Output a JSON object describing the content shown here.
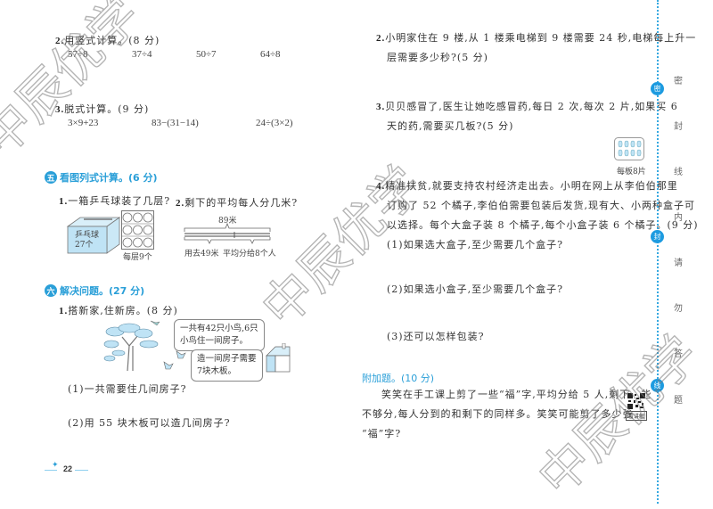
{
  "left": {
    "q2": {
      "number": "2.",
      "title": "用竖式计算。(8 分)",
      "exprs": [
        "57÷8",
        "37÷4",
        "50÷7",
        "64÷8"
      ]
    },
    "q3": {
      "number": "3.",
      "title": "脱式计算。(9 分)",
      "exprs": [
        "3×9+23",
        "83−(31−14)",
        "24÷(3×2)"
      ]
    },
    "section5": {
      "badge": "五",
      "title": "看图列式计算。(6 分)",
      "p1": {
        "number": "1.",
        "text": "一箱乒乓球装了几层?",
        "box_label_1": "乒乓球",
        "box_label_2": "27个",
        "tray_caption": "每层9个"
      },
      "p2": {
        "number": "2.",
        "text": "剩下的平均每人分几米?",
        "total": "89米",
        "used": "用去49米",
        "split": "平均分给8个人"
      }
    },
    "section6": {
      "badge": "六",
      "title": "解决问题。(27 分)",
      "p1": {
        "number": "1.",
        "text": "搭新家,住新房。(8 分)",
        "bubble1_line1": "一共有42只小鸟,6只",
        "bubble1_line2": "小鸟住一间房子。",
        "bubble2_line1": "造一间房子需要",
        "bubble2_line2": "7块木板。",
        "sub1": "(1)一共需要住几间房子?",
        "sub2": "(2)用 55 块木板可以造几间房子?"
      }
    },
    "page_number": "22"
  },
  "right": {
    "q2": {
      "number": "2.",
      "line1": "小明家住在 9 楼,从 1 楼乘电梯到 9 楼需要 24 秒,电梯每上升一",
      "line2": "层需要多少秒?(5 分)"
    },
    "q3": {
      "number": "3.",
      "line1": "贝贝感冒了,医生让她吃感冒药,每日 2 次,每次 2 片,如果买 6",
      "line2": "天的药,需要买几板?(5 分)",
      "pill_caption": "每板8片"
    },
    "q4": {
      "number": "4.",
      "line1": "精准扶贫,就要支持农村经济走出去。小明在网上从李伯伯那里",
      "line2": "订购了 52 个橘子,李伯伯需要包装后发货,现有大、小两种盒子可",
      "line3": "以选择。每个大盒子装 8 个橘子,每个小盒子装 6 个橘子。(9 分)",
      "sub1": "(1)如果选大盒子,至少需要几个盒子?",
      "sub2": "(2)如果选小盒子,至少需要几个盒子?",
      "sub3": "(3)还可以怎样包装?"
    },
    "bonus": {
      "title": "附加题。(10 分)",
      "line1": "笑笑在手工课上剪了一些“福”字,平均分给 5 人,剩下一些",
      "line2": "不够分,每人分到的和剩下的同样多。笑笑可能剪了多少张",
      "line3": "“福”字?",
      "qr_caption": "看讲解"
    }
  },
  "margin": {
    "dots": [
      "密",
      "封",
      "线"
    ],
    "chars": [
      "密",
      "封",
      "线",
      "内",
      "请",
      "勿",
      "答",
      "题"
    ]
  },
  "watermark": "中辰优学",
  "colors": {
    "accent": "#2a9fd8",
    "box_fill": "#bfe3f5"
  }
}
